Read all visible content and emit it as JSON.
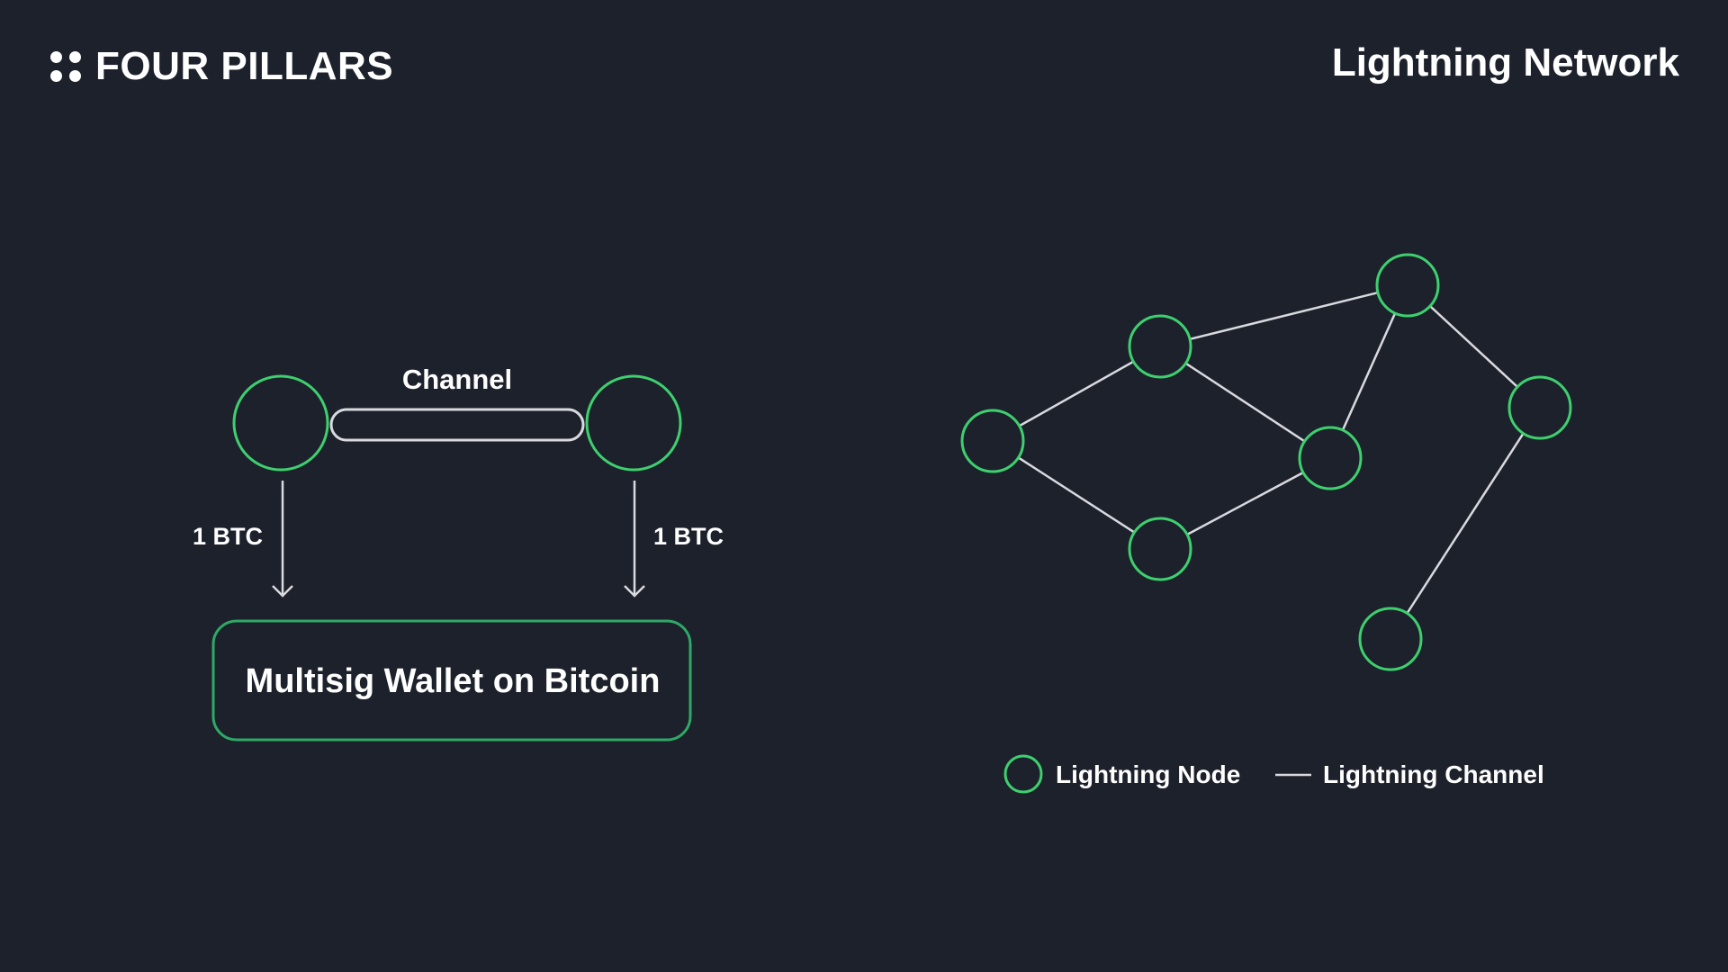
{
  "header": {
    "brand": "FOUR PILLARS",
    "title": "Lightning Network"
  },
  "channel_diagram": {
    "channel_label": "Channel",
    "left_amount": "1 BTC",
    "right_amount": "1 BTC",
    "wallet_label": "Multisig Wallet on Bitcoin"
  },
  "network_diagram": {
    "node_count": 7,
    "channel_count": 8
  },
  "legend": {
    "node_label": "Lightning Node",
    "channel_label": "Lightning Channel"
  },
  "colors": {
    "background": "#1c212b",
    "node_stroke": "#3ecf6e",
    "wallet_stroke": "#2fa866",
    "line": "#d9d9e0",
    "text": "#ffffff"
  }
}
